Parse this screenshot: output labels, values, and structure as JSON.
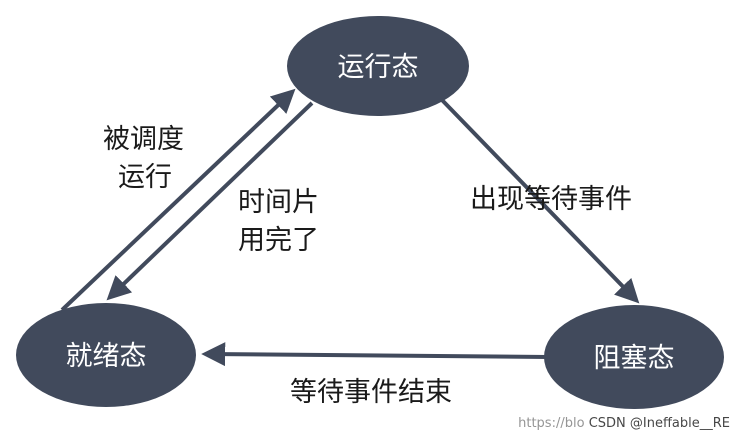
{
  "colors": {
    "node_fill": "#414a5c",
    "arrow": "#414a5c",
    "node_text": "#ffffff",
    "label_text": "#1a1a1a"
  },
  "nodes": {
    "running": "运行态",
    "ready": "就绪态",
    "blocked": "阻塞态"
  },
  "edges": {
    "dispatch_line1": "被调度",
    "dispatch_line2": "运行",
    "timeout_line1": "时间片",
    "timeout_line2": "用完了",
    "wait": "出现等待事件",
    "wait_end": "等待事件结束"
  },
  "watermark": {
    "site": "https://blo",
    "user": "CSDN @Ineffable__RE"
  }
}
